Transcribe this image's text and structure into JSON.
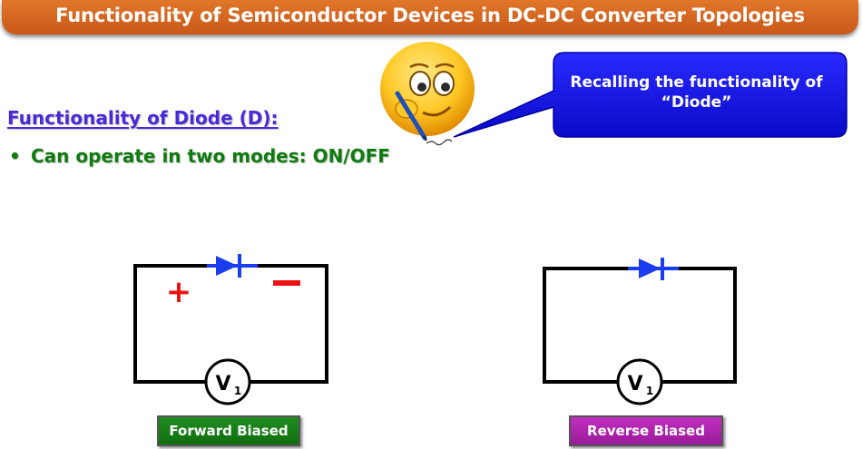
{
  "title": "Functionality of Semiconductor Devices in DC-DC Converter Topologies",
  "heading": "Functionality of Diode (D):",
  "bullet": {
    "marker": "•",
    "text": "Can operate in two modes: ON/OFF"
  },
  "callout": {
    "line1": "Recalling the functionality of",
    "line2": "“Diode”"
  },
  "circuits": {
    "forward": {
      "plus": "+",
      "minus": "−",
      "meter_letter": "V",
      "meter_sub": "1",
      "label": "Forward Biased"
    },
    "reverse": {
      "meter_letter": "V",
      "meter_sub": "1",
      "label": "Reverse Biased"
    }
  },
  "colors": {
    "title_bar": "#d4621f",
    "heading": "#4a2ad8",
    "bullet": "#0f7b0f",
    "callout": "#1010e0",
    "diode": "#1a3df0",
    "sign": "#ee1111",
    "forward_badge": "#118211",
    "reverse_badge": "#b020b0"
  },
  "icons": {
    "emoji": "thinking-writing-emoji",
    "diode": "diode-symbol"
  }
}
